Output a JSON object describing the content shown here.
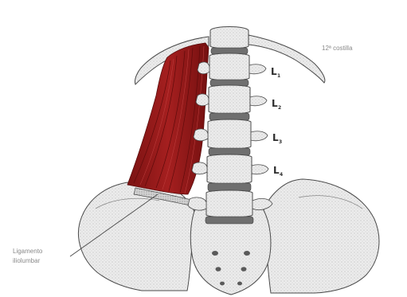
{
  "labels": {
    "rib": "12ª costilla",
    "ligament_line1": "Ligamento",
    "ligament_line2": "iliolumbar"
  },
  "levels": [
    {
      "letter": "L",
      "sub": "1"
    },
    {
      "letter": "L",
      "sub": "2"
    },
    {
      "letter": "L",
      "sub": "3"
    },
    {
      "letter": "L",
      "sub": "4"
    }
  ],
  "colors": {
    "muscle": "#9e1d1d",
    "muscle_dark": "#6e1010",
    "bone_fill": "#e9e9e9",
    "bone_shade": "#9a9a9a",
    "outline": "#4a4a4a",
    "label_gray": "#8a8a8a"
  }
}
